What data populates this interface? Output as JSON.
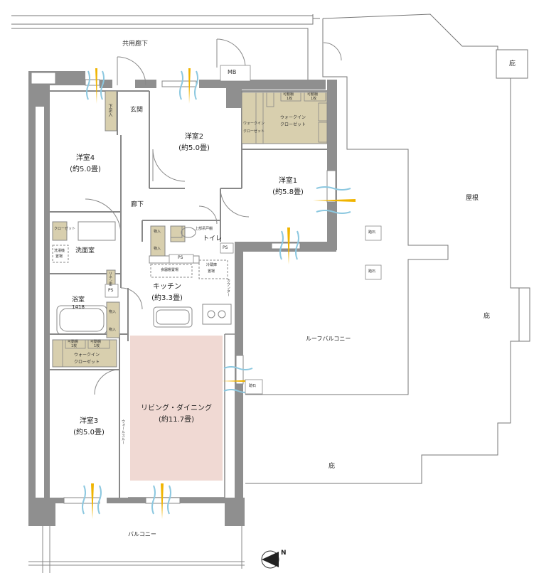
{
  "rooms": {
    "western1": {
      "name": "洋室1",
      "size": "(約5.8畳)"
    },
    "western2": {
      "name": "洋室2",
      "size": "(約5.0畳)"
    },
    "western3": {
      "name": "洋室3",
      "size": "(約5.0畳)"
    },
    "western4": {
      "name": "洋室4",
      "size": "(約5.0畳)"
    },
    "kitchen": {
      "name": "キッチン",
      "size": "(約3.3畳)"
    },
    "living": {
      "name": "リビング・ダイニング",
      "size": "(約11.7畳)"
    },
    "bath": {
      "name": "浴室",
      "size": "1418"
    }
  },
  "labels": {
    "common_corridor": "共用廊下",
    "entrance": "玄関",
    "hallway": "廊下",
    "washroom": "洗面室",
    "toilet": "トイレ",
    "balcony": "バルコニー",
    "roof_balcony": "ルーフバルコニー",
    "roof": "屋根",
    "eave_top": "庇",
    "eave_right": "庇",
    "eave_bottom": "庇",
    "mb": "MB",
    "ps1": "PS",
    "ps2": "PS",
    "ps3": "PS",
    "stepping_stone1": "踏石",
    "stepping_stone2": "踏石",
    "stepping_stone3": "踏石",
    "wic1_a": "ウォークイン",
    "wic1_b": "クローゼット",
    "wic2_a": "ウォークイン",
    "wic2_b": "クローゼット",
    "wic3_a": "ウォークイン",
    "wic3_b": "クローゼット",
    "shelf1": "可動棚",
    "shelf1_n": "1枚",
    "shelf2": "可動棚",
    "shelf2_n": "1枚",
    "shelf3": "可動棚",
    "shelf3_n": "1枚",
    "shelf4": "可動棚",
    "shelf4_n": "1枚",
    "storage1": "物入",
    "storage2": "物入",
    "storage3": "物入",
    "storage4": "物入",
    "shoebox": "下足入",
    "closet": "クローゼット",
    "dish_rack": "食器棚置場",
    "fridge_a": "冷蔵庫",
    "fridge_b": "置場",
    "washer_a": "洗濯機",
    "washer_b": "置場",
    "toilet_shelf": "上部吊戸棚",
    "counter": "カウンター",
    "walk_way": "ウォールスルー",
    "linen": "リネン庫"
  },
  "colors": {
    "wall": "#8f8f8f",
    "storage": "#d8cfae",
    "living_floor": "#f0d9d3",
    "arrow": "#f0b400",
    "wind": "#8cc8e0"
  },
  "compass": {
    "north_label": "N"
  }
}
